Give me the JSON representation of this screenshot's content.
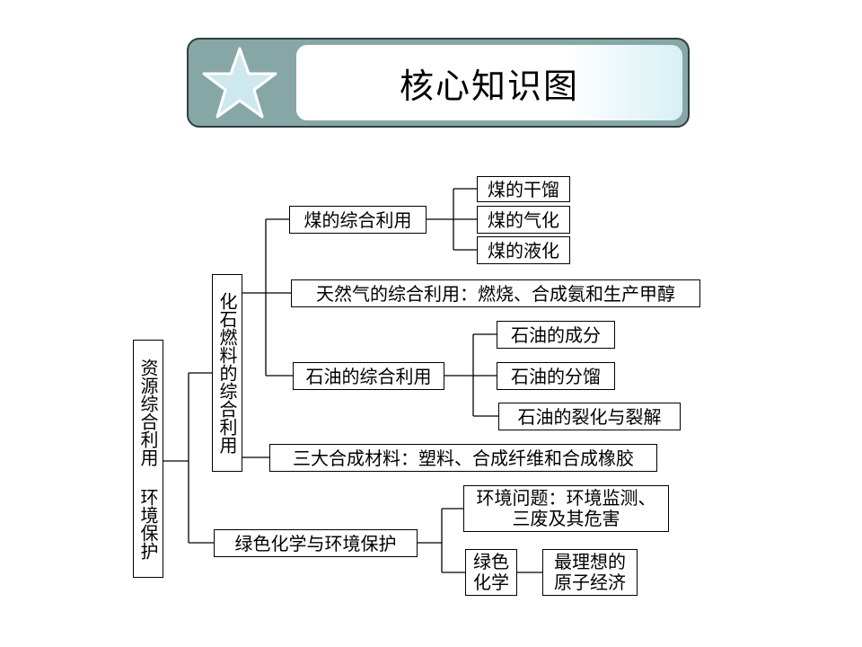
{
  "header": {
    "title": "核心知识图",
    "icon": "star-icon"
  },
  "root": {
    "label": "资源综合利用  环境保护"
  },
  "fossil": {
    "label": "化石燃料的综合利用"
  },
  "coal": {
    "label": "煤的综合利用",
    "children": [
      "煤的干馏",
      "煤的气化",
      "煤的液化"
    ]
  },
  "gas": {
    "label": "天然气的综合利用：燃烧、合成氨和生产甲醇"
  },
  "oil": {
    "label": "石油的综合利用",
    "children": [
      "石油的成分",
      "石油的分馏",
      "石油的裂化与裂解"
    ]
  },
  "materials": {
    "label": "三大合成材料：塑料、合成纤维和合成橡胶"
  },
  "green": {
    "label": "绿色化学与环境保护",
    "env_problem": {
      "line1": "环境问题：环境监测、",
      "line2": "三废及其危害"
    },
    "green_chem": {
      "line1": "绿色",
      "line2": "化学"
    },
    "atom_economy": {
      "line1": "最理想的",
      "line2": "原子经济"
    }
  },
  "colors": {
    "banner": "#87a7a7",
    "banner_border": "#2f3d3d",
    "star": "#cde9ee",
    "line": "#000000"
  }
}
